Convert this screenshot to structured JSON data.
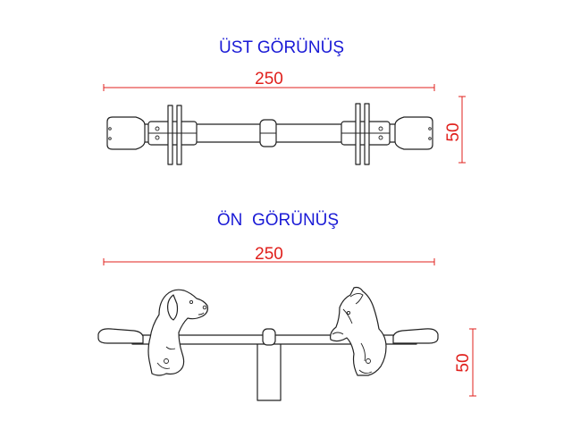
{
  "top_view": {
    "title": "ÜST GÖRÜNÜŞ",
    "dim_width": "250",
    "dim_height": "50"
  },
  "front_view": {
    "title": "ÖN  GÖRÜNÜŞ",
    "dim_width": "250",
    "dim_height": "50"
  },
  "colors": {
    "title": "#1a1ad6",
    "dimension": "#e0201c",
    "outline": "#222222"
  }
}
